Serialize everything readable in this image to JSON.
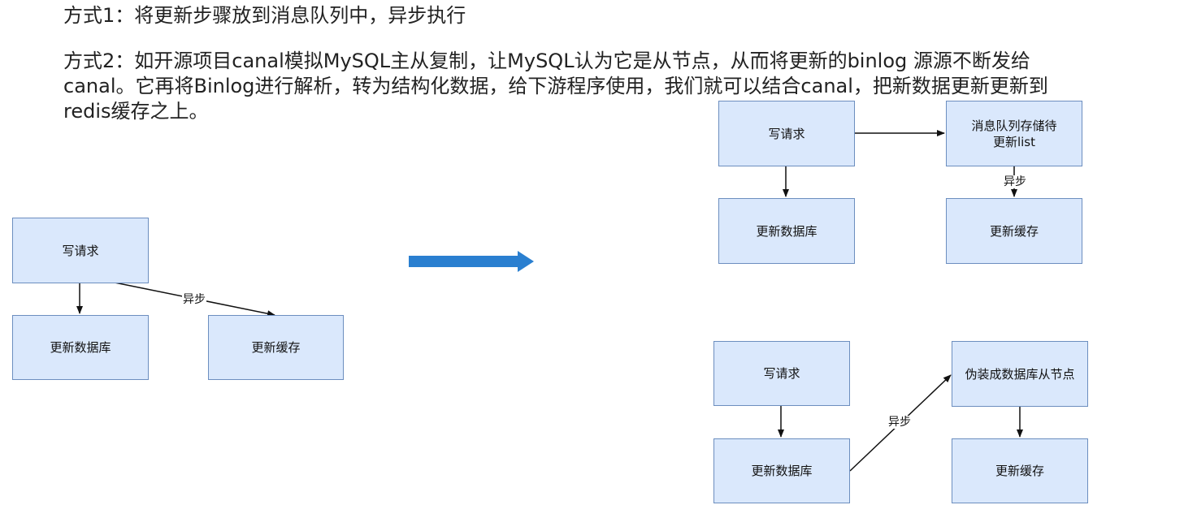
{
  "text": {
    "method1": "方式1：将更新步骤放到消息队列中，异步执行",
    "method2_line1": "方式2：如开源项目canal模拟MySQL主从复制，让MySQL认为它是从节点，从而将更新的binlog 源源不断发给",
    "method2_line2": "canal。它再将Binlog进行解析，转为结构化数据，给下游程序使用，我们就可以结合canal，把新数据更新更新到",
    "method2_line3": "redis缓存之上。"
  },
  "left_diagram": {
    "write_request": "写请求",
    "update_db": "更新数据库",
    "update_cache": "更新缓存",
    "async_label": "异步"
  },
  "top_right_diagram": {
    "write_request": "写请求",
    "mq_line1": "消息队列存储待",
    "mq_line2": "更新list",
    "update_db": "更新数据库",
    "update_cache": "更新缓存",
    "async_label": "异步"
  },
  "bottom_right_diagram": {
    "write_request": "写请求",
    "fake_slave": "伪装成数据库从节点",
    "update_db": "更新数据库",
    "update_cache": "更新缓存",
    "async_label": "异步"
  },
  "colors": {
    "box_fill": "#dae8fc",
    "box_border": "#6c8ebf",
    "big_arrow": "#2a7fd0"
  }
}
